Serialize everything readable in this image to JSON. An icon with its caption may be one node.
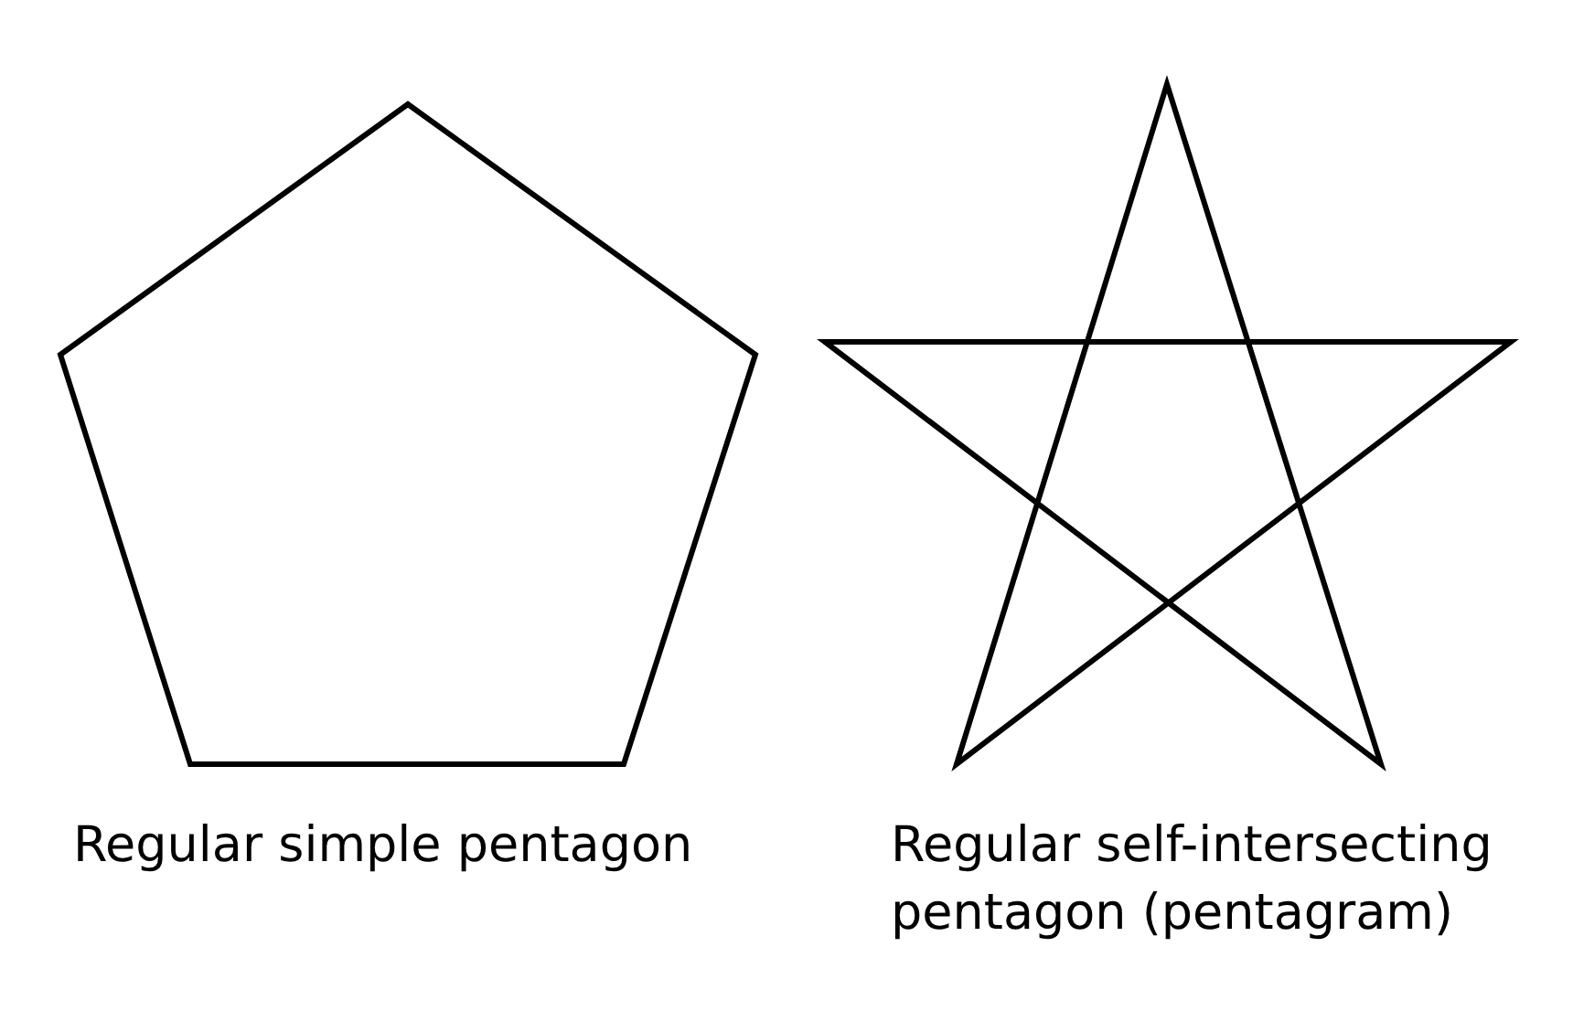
{
  "diagram": {
    "nodes": [
      {
        "text": [],
        "shape": "pentagon",
        "beside": [
          "Regular simple pentagon"
        ]
      },
      {
        "text": [],
        "shape": "pentagram",
        "beside": [
          "Regular self-intersecting pentagon (pentagram)"
        ]
      }
    ]
  }
}
